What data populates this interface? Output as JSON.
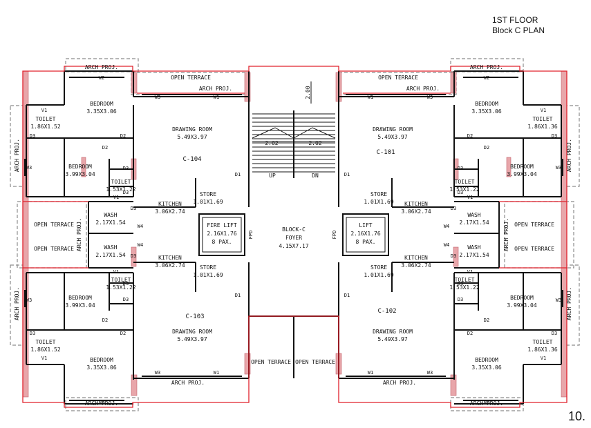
{
  "header": {
    "floor": "1ST FLOOR",
    "plan": "Block C PLAN"
  },
  "page_number": "10.",
  "colors": {
    "wall": "#111111",
    "outline": "#e0202b",
    "column": "#e8a6aa",
    "dashed": "#8c8c8c",
    "flat_label": "#e0202b"
  },
  "labels": {
    "arch_proj": "ARCH PROJ.",
    "open_terrace": "OPEN TERRACE",
    "bedroom": "BEDROOM",
    "toilet": "TOILET",
    "drawing_room": "DRAWING ROOM",
    "kitchen": "KITCHEN",
    "store": "STORE",
    "wash": "WASH",
    "fire_lift": "FIRE LIFT",
    "lift": "LIFT",
    "pax": "8 PAX.",
    "foyer_name": "BLOCK-C",
    "foyer": "FOYER",
    "up": "UP",
    "dn": "DN",
    "fpd": "FPD"
  },
  "dimensions": {
    "bedroom_large": "3.35X3.06",
    "bedroom_small": "3.99X3.04",
    "toilet_left": "1.86X1.52",
    "toilet_right": "1.86X1.36",
    "toilet_small": "1.53X1.22",
    "drawing": "5.49X3.97",
    "kitchen": "3.06X2.74",
    "store": "1.01X1.69",
    "wash": "2.17X1.54",
    "lift": "2.16X1.76",
    "foyer": "4.15X7.17",
    "stair_width": "2.02",
    "stair_run": "2.00"
  },
  "flats": [
    "C-104",
    "C-101",
    "C-103",
    "C-102"
  ],
  "tags": {
    "d1": "D1",
    "d2": "D2",
    "d3": "D3",
    "v1": "V1",
    "w1": "W1",
    "w2": "W2",
    "w3": "W3",
    "w4": "W4"
  }
}
